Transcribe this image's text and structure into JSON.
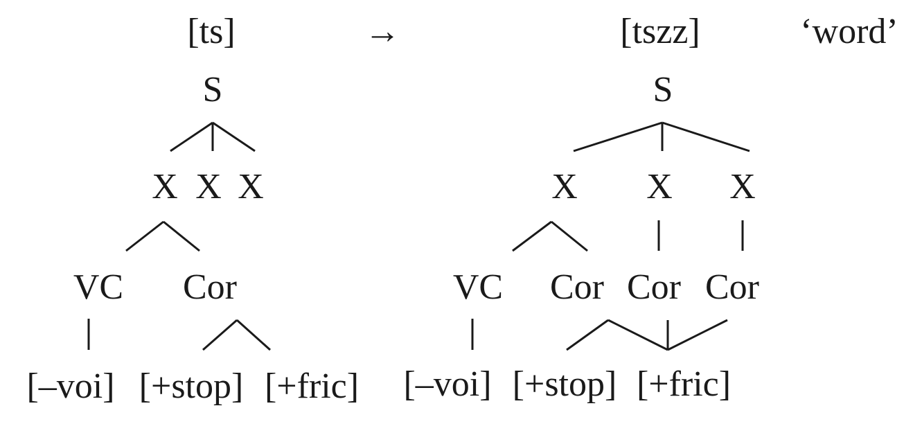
{
  "left": {
    "surface_form": "[ts]",
    "root": "S",
    "timing_slots": [
      "X",
      "X",
      "X"
    ],
    "nodes": [
      "VC",
      "Cor"
    ],
    "features": [
      "[–voi]",
      "[+stop]",
      "[+fric]"
    ]
  },
  "arrow": "→",
  "right": {
    "surface_form": "[tszz]",
    "gloss": "‘word’",
    "root": "S",
    "timing_slots": [
      "X",
      "X",
      "X"
    ],
    "nodes": [
      "VC",
      "Cor",
      "Cor",
      "Cor"
    ],
    "features": [
      "[–voi]",
      "[+stop]",
      "[+fric]"
    ]
  },
  "colors": {
    "ink": "#1a1a1a"
  }
}
